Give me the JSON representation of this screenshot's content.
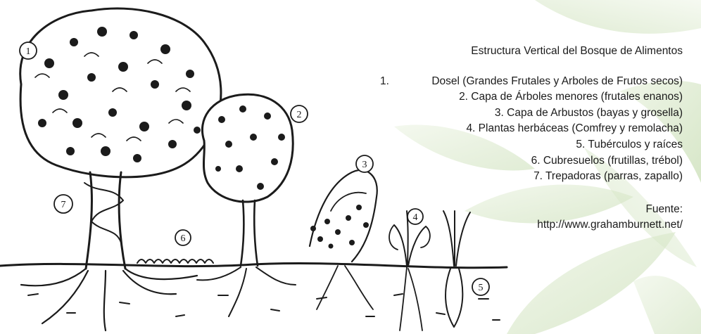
{
  "title": "Estructura Vertical del Bosque de Alimentos",
  "layers": [
    {
      "number": "1.",
      "text": "Dosel (Grandes Frutales y Arboles de Frutos secos)"
    },
    {
      "number": "",
      "text": "2. Capa de Árboles menores (frutales enanos)"
    },
    {
      "number": "",
      "text": "3. Capa de Arbustos (bayas y grosella)"
    },
    {
      "number": "",
      "text": "4. Plantas herbáceas (Comfrey y remolacha)"
    },
    {
      "number": "",
      "text": "5. Tubérculos y raíces"
    },
    {
      "number": "",
      "text": "6. Cubresuelos (frutillas, trébol)"
    },
    {
      "number": "",
      "text": "7. Trepadoras (parras, zapallo)"
    }
  ],
  "source_label": "Fuente:",
  "source_url": "http://www.grahamburnett.net/",
  "drawing_markers": [
    "1",
    "2",
    "3",
    "4",
    "5",
    "6",
    "7"
  ],
  "colors": {
    "ink": "#1b1b1b",
    "background": "#ffffff",
    "leaf_tint": "#c9dfb3"
  }
}
